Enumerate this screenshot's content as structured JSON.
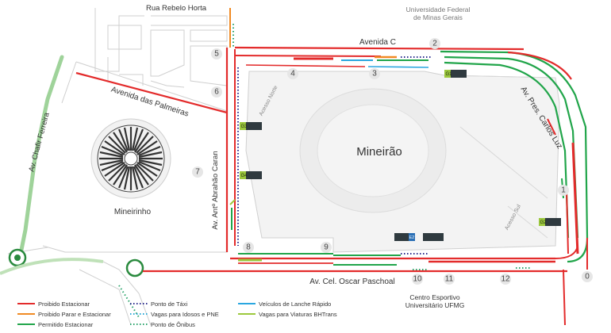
{
  "streets": {
    "rua_rebelo_horta": "Rua Rebelo Horta",
    "avenida_c": "Avenida C",
    "avenida_palmeiras": "Avenida das Palmeiras",
    "av_chafir": "Av. Chafir Ferreira",
    "av_abrahao": "Av. Antº Abrahão Caran",
    "av_carlos_luz": "Av. Pres. Carlos Luz",
    "av_oscar": "Av. Cel. Oscar Paschoal"
  },
  "places": {
    "university": [
      "Universidade Federal",
      "de Minas Gerais"
    ],
    "mineirao": "Mineirão",
    "mineirinho": "Mineirinho",
    "sports_center": [
      "Centro Esportivo",
      "Universitário UFMG"
    ],
    "acesso_norte": "Acesso Norte",
    "acesso_sul": "Acesso Sul"
  },
  "gates": [
    "0",
    "1",
    "2",
    "3",
    "4",
    "5",
    "6",
    "7",
    "8",
    "9",
    "10",
    "11",
    "12"
  ],
  "signs": {
    "g1": "G1",
    "g2": "G2",
    "g3": "G3",
    "g4": "G4",
    "g5": "G5",
    "e2": "E2"
  },
  "legend": [
    {
      "label": "Proibido Estacionar",
      "color": "#e32b2b",
      "style": "solid"
    },
    {
      "label": "Proibido Parar e Estacionar",
      "color": "#f08a24",
      "style": "solid"
    },
    {
      "label": "Permitido Estacionar",
      "color": "#21a54a",
      "style": "solid"
    },
    {
      "label": "Ponto de Táxi",
      "color": "#2d2f8f",
      "style": "dotted"
    },
    {
      "label": "Vagas para Idosos e PNE",
      "color": "#2aa7d6",
      "style": "dotted"
    },
    {
      "label": "Ponto de Ônibus",
      "color": "#2aa46b",
      "style": "dotted"
    },
    {
      "label": "Veículos de Lanche Rápido",
      "color": "#2aa7e0",
      "style": "solid"
    },
    {
      "label": "Vagas para Viaturas BHTrans",
      "color": "#9cc83d",
      "style": "solid"
    }
  ],
  "colors": {
    "red": "#e32b2b",
    "orange": "#f08a24",
    "green": "#21a54a",
    "navy": "#2d2f8f",
    "cyan": "#2aa7d6",
    "lime": "#9cc83d"
  }
}
